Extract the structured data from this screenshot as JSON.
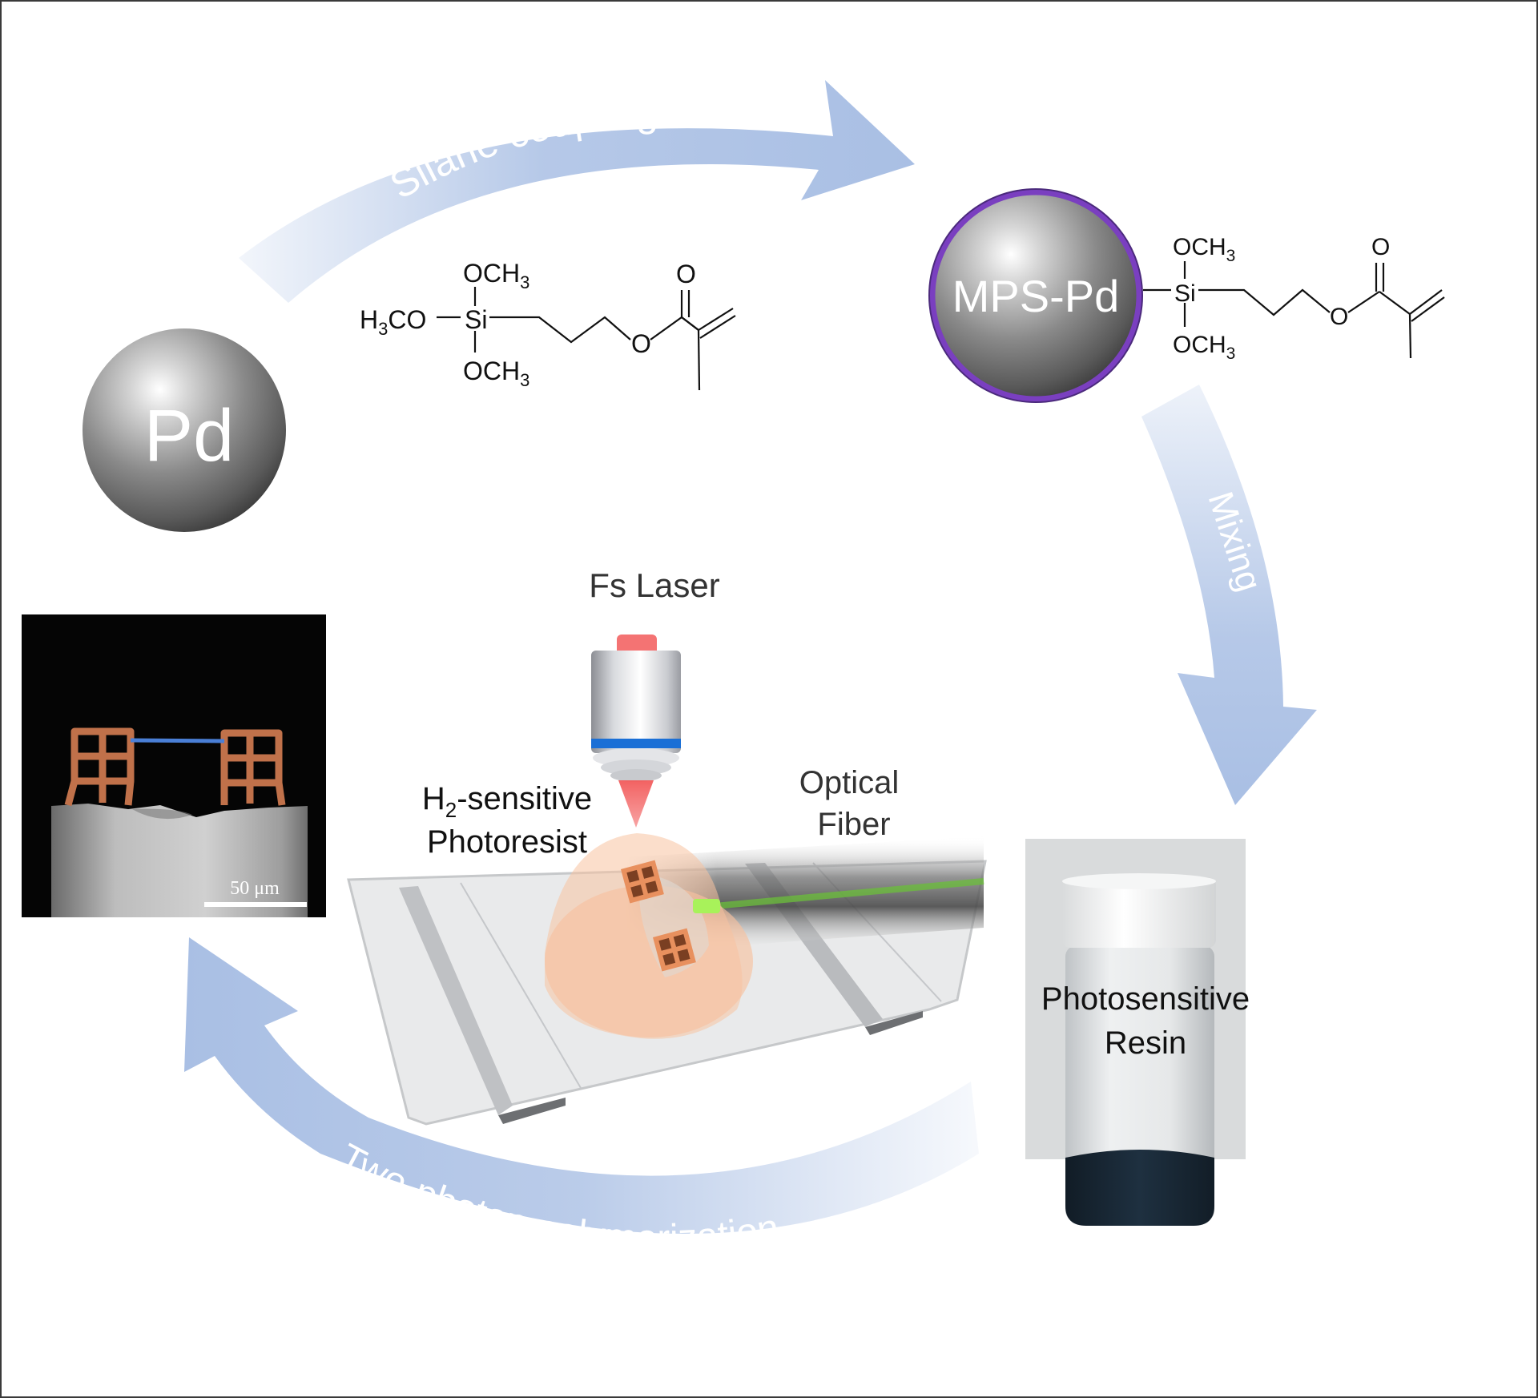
{
  "figure": {
    "steps": {
      "silane_coupling": "Silane coupling",
      "mixing": "Mixing",
      "two_photon": "Two-photon polymerization"
    },
    "particles": {
      "pd": "Pd",
      "mps_pd": "MPS-Pd"
    },
    "molecule": {
      "och3_top": "OCH",
      "och3_bottom": "OCH",
      "h3co_prefix": "H",
      "h3co_suffix": "CO",
      "si": "Si",
      "o_ester": "O",
      "o_carbonyl": "O",
      "sub3": "3"
    },
    "labels": {
      "fs_laser": "Fs Laser",
      "optical_line1": "Optical",
      "optical_line2": "Fiber",
      "h2_prefix": "H",
      "h2_sub": "2",
      "h2_suffix": "-sensitive",
      "photoresist": "Photoresist",
      "resin_line1": "Photosensitive",
      "resin_line2": "Resin"
    },
    "sem_image": {
      "scale_bar": "50 μm"
    },
    "colors": {
      "arrow_blue": "#a9bfe4",
      "ring_purple": "#7a3fc0",
      "laser_red": "#f25a5a",
      "lens_band_blue": "#1a6fd6",
      "resist_orange": "#f7c2a0",
      "block_orange": "#e8905e",
      "fiber_core_green": "#6bbf3a",
      "resin_dark": "#1e3040"
    }
  }
}
